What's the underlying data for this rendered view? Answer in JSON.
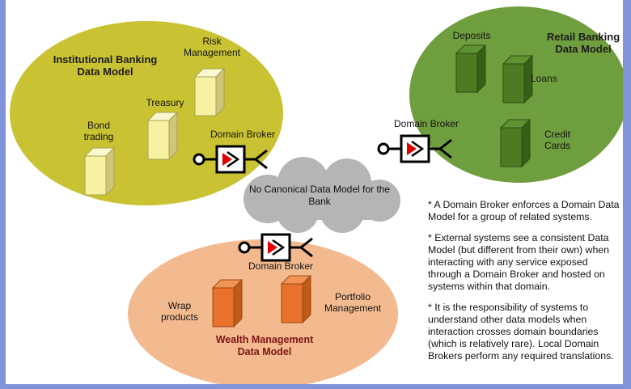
{
  "frame_color": "#8093da",
  "cloud": {
    "text": "No Canonical Data Model for the Bank",
    "fill": "#b5b5b5"
  },
  "institutional": {
    "title": "Institutional Banking Data Model",
    "broker_label": "Domain Broker",
    "systems": {
      "bond": "Bond trading",
      "treasury": "Treasury",
      "risk": "Risk Management"
    },
    "fill": "#c9c333",
    "box_color": "#f6f2a2"
  },
  "retail": {
    "title": "Retail Banking Data Model",
    "broker_label": "Domain Broker",
    "systems": {
      "deposits": "Deposits",
      "loans": "Loans",
      "credit": "Credit Cards"
    },
    "fill": "#6f9e3e",
    "box_color": "#4c7b22"
  },
  "wealth": {
    "title": "Wealth Management Data Model",
    "broker_label": "Domain Broker",
    "systems": {
      "wrap": "Wrap products",
      "portfolio": "Portfolio Management"
    },
    "fill": "#f3ba90",
    "box_color": "#e8722b"
  },
  "notes": [
    "* A Domain Broker enforces a Domain Data Model for a group of related systems.",
    "* External systems see a consistent Data Model (but different from their own) when interacting with any service exposed through a Domain Broker and hosted on systems within that domain.",
    "* It is the responsibility of systems to understand other data models when interaction crosses domain boundaries (which is relatively rare). Local Domain Brokers perform any required translations."
  ]
}
